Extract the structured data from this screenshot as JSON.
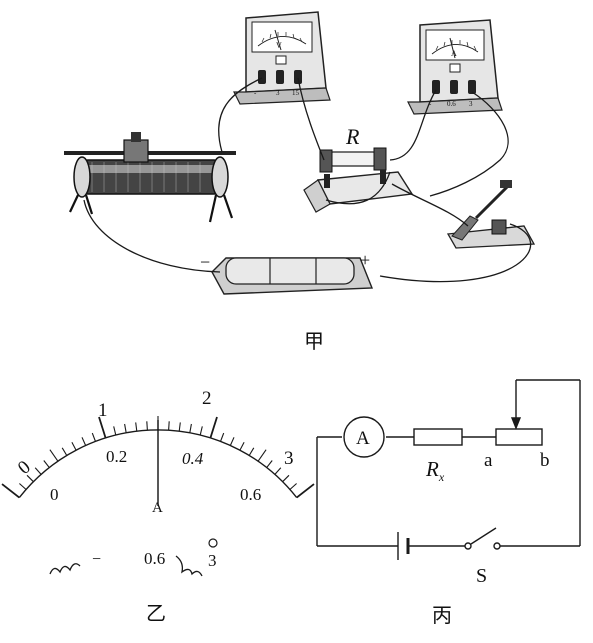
{
  "figure_jia": {
    "caption": "甲",
    "resistor_label": "R",
    "battery_minus": "−",
    "battery_plus": "+",
    "voltmeter_symbol": "V",
    "voltmeter_terminals": [
      "-",
      "3",
      "15"
    ],
    "ammeter_symbol": "A",
    "ammeter_terminals": [
      "-",
      "0.6",
      "3"
    ]
  },
  "figure_yi": {
    "caption": "乙",
    "top_scale": [
      "0",
      "1",
      "2",
      "3"
    ],
    "bottom_scale": [
      "0",
      "0.2",
      "0.4",
      "0.6"
    ],
    "unit": "A",
    "terminals": [
      "−",
      "0.6",
      "3"
    ],
    "needle_value": 0.3,
    "max_value": 0.6
  },
  "figure_bing": {
    "caption": "丙",
    "ammeter": "A",
    "resistor_label": "R",
    "resistor_subscript": "x",
    "rheostat_a": "a",
    "rheostat_b": "b",
    "switch_label": "S"
  }
}
